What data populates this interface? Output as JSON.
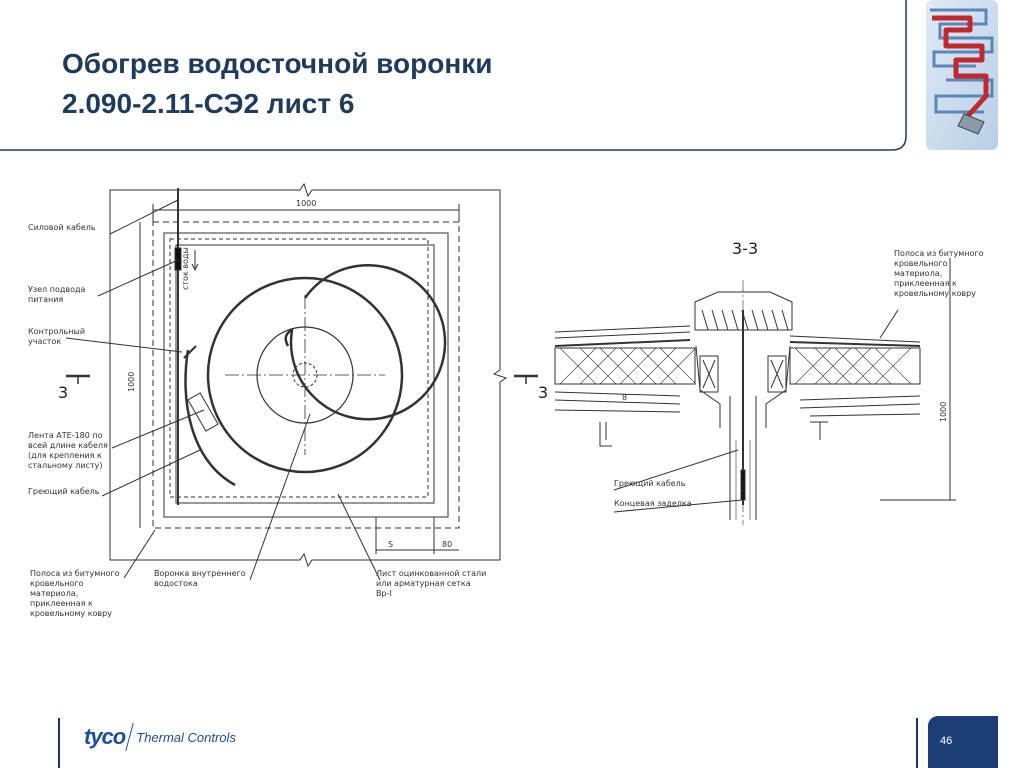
{
  "title": {
    "line1": "Обогрев водосточной воронки",
    "line2": "2.090-2.11-СЭ2 лист 6"
  },
  "plan": {
    "dim_top": "1000",
    "dim_side": "1000",
    "dim_s": "S",
    "dim_80": "80",
    "water_flow": "сток воды",
    "section_mark_left": "3",
    "section_mark_right": "3",
    "callouts": [
      {
        "lines": [
          "Силовой кабель"
        ]
      },
      {
        "lines": [
          "Узел подвода",
          "питания"
        ]
      },
      {
        "lines": [
          "Контрольный",
          "участок"
        ]
      },
      {
        "lines": [
          "Лента АТЕ-180 по",
          "всей длине кабеля",
          "(для крепления к",
          "стальному листу)"
        ]
      },
      {
        "lines": [
          "Греющий кабель"
        ]
      },
      {
        "lines": [
          "Полоса из битумного",
          "кровельного",
          "материола,",
          "приклеенная к",
          "кровельному ковру"
        ]
      },
      {
        "lines": [
          "Воронка внутреннего",
          "водостока"
        ]
      },
      {
        "lines": [
          "Лист оцинкованной стали",
          "или арматурная сетка",
          "Вр-I"
        ]
      }
    ]
  },
  "section": {
    "title": "3-3",
    "dim_height": "1000",
    "layer_mark": "8",
    "callouts": [
      {
        "lines": [
          "Полоса из битумного",
          "кровельного",
          "материола,",
          "приклеенная к",
          "кровельному ковру"
        ]
      },
      {
        "lines": [
          "Греющий кабель"
        ]
      },
      {
        "lines": [
          "Концевая заделка"
        ]
      }
    ]
  },
  "footer": {
    "brand": "tyco",
    "division": "Thermal Controls",
    "page_number": "46"
  },
  "icons": {
    "corner": "maze-heating-cable-image",
    "logo": "tyco-logo"
  },
  "colors": {
    "title": "#1f3b5c",
    "accent": "#1c3d78",
    "brand": "#1f4e96"
  }
}
